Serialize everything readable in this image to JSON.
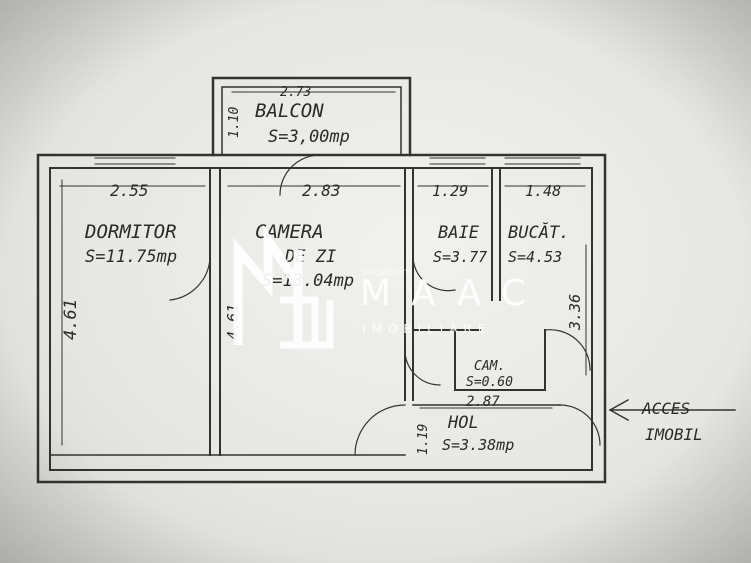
{
  "rooms": {
    "balcon": {
      "name": "BALCON",
      "area": "S=3,00mp",
      "width": "2.73",
      "depth": "1.10"
    },
    "dormitor": {
      "name": "DORMITOR",
      "area": "S=11.75mp",
      "width": "2.55",
      "depth": "4.61"
    },
    "camera": {
      "name": "CAMERA",
      "area_line1": "DE ZI",
      "area_line2": "S=13.04mp",
      "width": "2.83",
      "depth": "4.61"
    },
    "baie": {
      "name": "BAIE",
      "area": "S=3.77",
      "width": "1.29"
    },
    "bucatarie": {
      "name": "BUCĂT.",
      "area": "S=4.53",
      "width": "1.48",
      "depth": "3.36"
    },
    "camara": {
      "name": "CAM.",
      "area": "S=0.60"
    },
    "hol": {
      "name": "HOL",
      "area": "S=3.38mp",
      "width": "2.87",
      "depth": "1.19"
    }
  },
  "entrance": {
    "label_line1": "ACCES",
    "label_line2": "IMOBIL"
  },
  "watermark": {
    "brand": "MAAC",
    "tagline": "IMOBILIARE",
    "small": "imobiliare"
  }
}
